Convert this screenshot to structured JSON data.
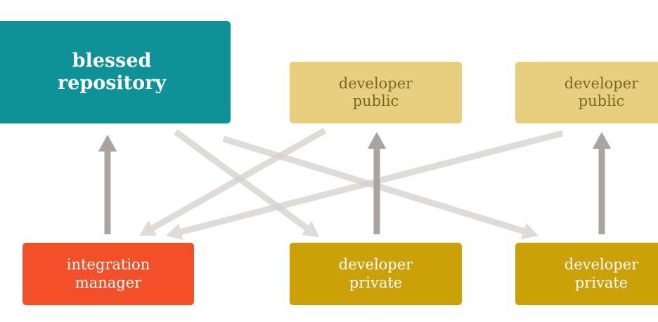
{
  "nodes": {
    "blessed": {
      "label": "blessed\nrepository"
    },
    "dev_public_1": {
      "label": "developer\npublic"
    },
    "dev_public_2": {
      "label": "developer\npublic"
    },
    "integration": {
      "label": "integration\nmanager"
    },
    "dev_private_1": {
      "label": "developer\nprivate"
    },
    "dev_private_2": {
      "label": "developer\nprivate"
    }
  },
  "colors": {
    "blessed": "#0e9297",
    "dev_public": "#e7cf7f",
    "dev_private": "#cca108",
    "integration": "#f35029",
    "vertical_arrow": "#aaa49e",
    "diagonal_arrow": "#d4d0cc"
  },
  "edges": [
    {
      "from": "integration",
      "to": "blessed",
      "style": "vertical"
    },
    {
      "from": "dev_private_1",
      "to": "dev_public_1",
      "style": "vertical"
    },
    {
      "from": "dev_private_2",
      "to": "dev_public_2",
      "style": "vertical"
    },
    {
      "from": "blessed",
      "to": "dev_private_1",
      "style": "diagonal"
    },
    {
      "from": "blessed",
      "to": "dev_private_2",
      "style": "diagonal"
    },
    {
      "from": "dev_public_1",
      "to": "integration",
      "style": "diagonal"
    },
    {
      "from": "dev_public_2",
      "to": "integration",
      "style": "diagonal"
    }
  ]
}
